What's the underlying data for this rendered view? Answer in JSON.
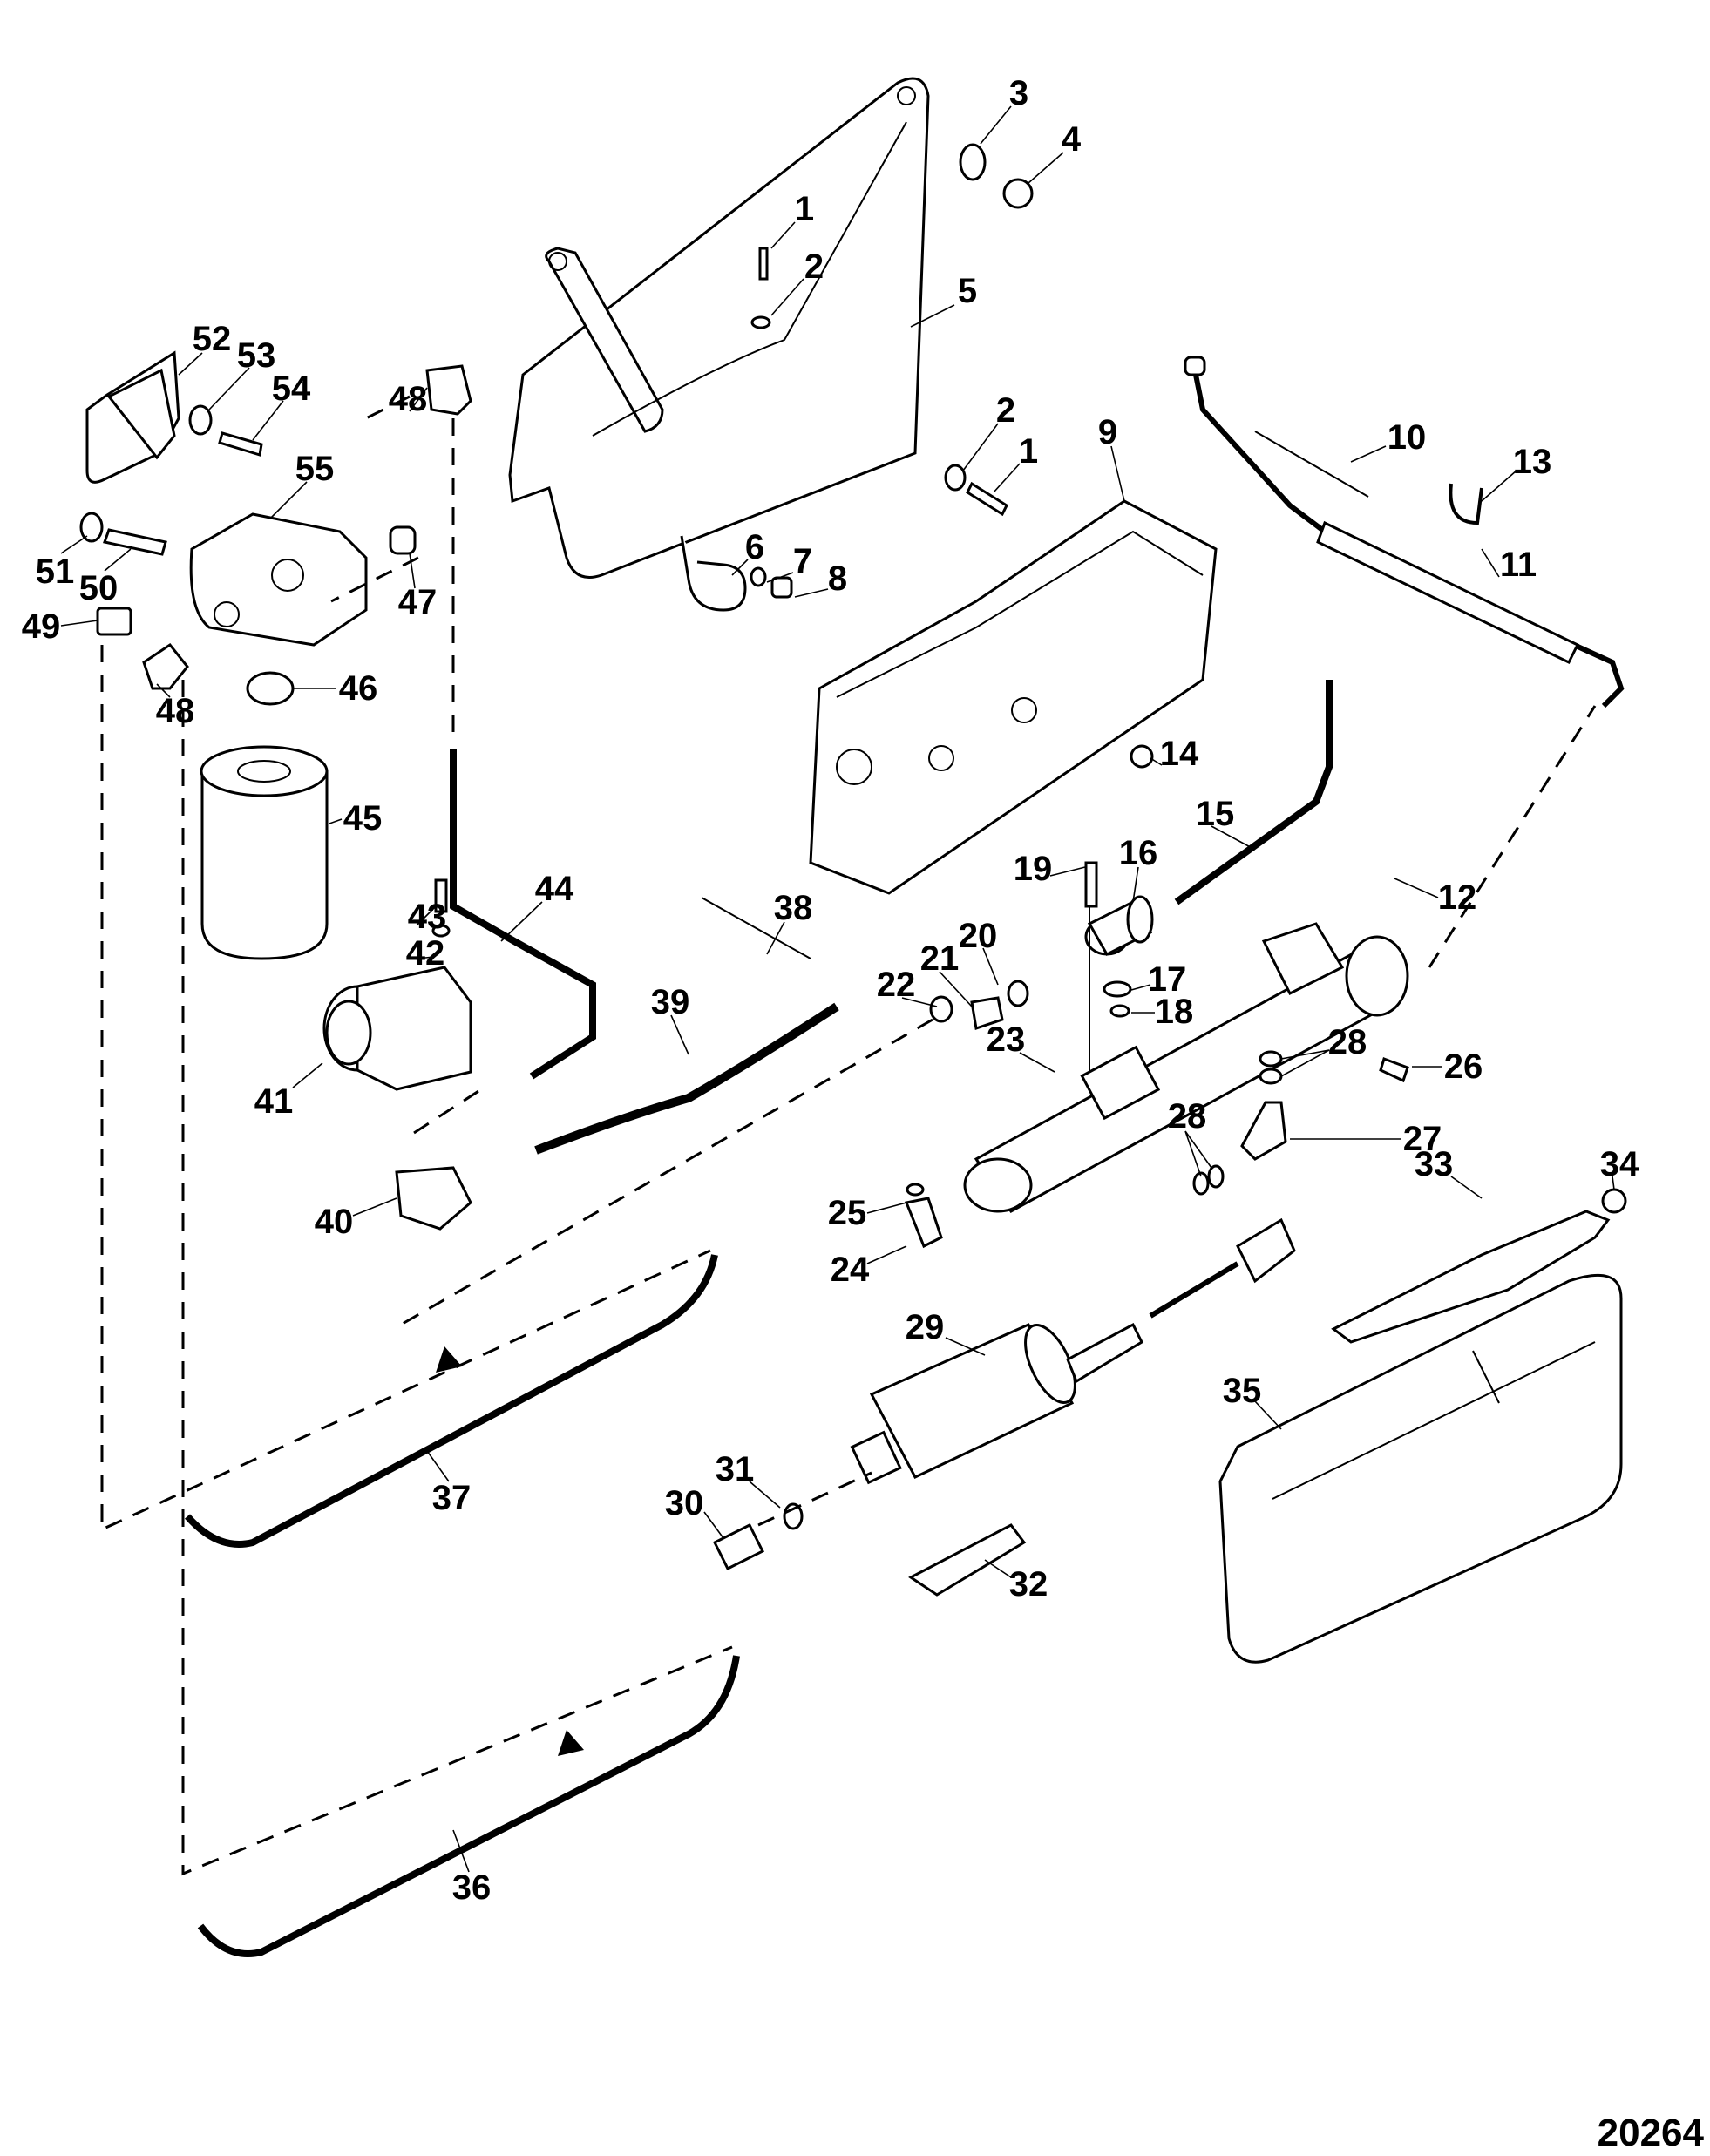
{
  "diagram": {
    "type": "exploded-parts-diagram",
    "figure_number": "20264",
    "callouts": [
      {
        "id": "c1a",
        "text": "1",
        "part": "bolt"
      },
      {
        "id": "c2a",
        "text": "2",
        "part": "washer"
      },
      {
        "id": "c3",
        "text": "3",
        "part": "washer"
      },
      {
        "id": "c4",
        "text": "4",
        "part": "nut"
      },
      {
        "id": "c5",
        "text": "5",
        "part": "mounting-bracket"
      },
      {
        "id": "c2b",
        "text": "2",
        "part": "washer"
      },
      {
        "id": "c1b",
        "text": "1",
        "part": "bolt"
      },
      {
        "id": "c6",
        "text": "6",
        "part": "p-clamp"
      },
      {
        "id": "c7",
        "text": "7",
        "part": "washer"
      },
      {
        "id": "c8",
        "text": "8",
        "part": "nut"
      },
      {
        "id": "c9",
        "text": "9",
        "part": "module-bracket"
      },
      {
        "id": "c10",
        "text": "10",
        "part": "cable-tie"
      },
      {
        "id": "c11",
        "text": "11",
        "part": "fuel-line"
      },
      {
        "id": "c12",
        "text": "12",
        "part": "o-rings"
      },
      {
        "id": "c13",
        "text": "13",
        "part": "clip"
      },
      {
        "id": "c14",
        "text": "14",
        "part": "screw"
      },
      {
        "id": "c15",
        "text": "15",
        "part": "hose"
      },
      {
        "id": "c16",
        "text": "16",
        "part": "pressure-regulator"
      },
      {
        "id": "c17",
        "text": "17",
        "part": "o-ring"
      },
      {
        "id": "c18",
        "text": "18",
        "part": "o-ring"
      },
      {
        "id": "c19",
        "text": "19",
        "part": "bolt"
      },
      {
        "id": "c20",
        "text": "20",
        "part": "washer"
      },
      {
        "id": "c21",
        "text": "21",
        "part": "fitting"
      },
      {
        "id": "c22",
        "text": "22",
        "part": "o-ring"
      },
      {
        "id": "c23",
        "text": "23",
        "part": "fuel-cooler"
      },
      {
        "id": "c24",
        "text": "24",
        "part": "fitting"
      },
      {
        "id": "c25",
        "text": "25",
        "part": "o-ring"
      },
      {
        "id": "c26",
        "text": "26",
        "part": "screw"
      },
      {
        "id": "c27",
        "text": "27",
        "part": "elbow-fitting"
      },
      {
        "id": "c28a",
        "text": "28",
        "part": "o-rings"
      },
      {
        "id": "c28b",
        "text": "28",
        "part": "o-rings"
      },
      {
        "id": "c29",
        "text": "29",
        "part": "fuel-pump"
      },
      {
        "id": "c30",
        "text": "30",
        "part": "fitting"
      },
      {
        "id": "c31",
        "text": "31",
        "part": "o-ring"
      },
      {
        "id": "c32",
        "text": "32",
        "part": "sealant-tube"
      },
      {
        "id": "c33",
        "text": "33",
        "part": "bracket"
      },
      {
        "id": "c34",
        "text": "34",
        "part": "nut"
      },
      {
        "id": "c35",
        "text": "35",
        "part": "fuel-module-cover"
      },
      {
        "id": "c36",
        "text": "36",
        "part": "fuel-line"
      },
      {
        "id": "c37",
        "text": "37",
        "part": "fuel-line"
      },
      {
        "id": "c38",
        "text": "38",
        "part": "cable-tie"
      },
      {
        "id": "c39",
        "text": "39",
        "part": "hose"
      },
      {
        "id": "c40",
        "text": "40",
        "part": "gasket"
      },
      {
        "id": "c41",
        "text": "41",
        "part": "mechanical-fuel-pump"
      },
      {
        "id": "c42",
        "text": "42",
        "part": "washer"
      },
      {
        "id": "c43",
        "text": "43",
        "part": "bolt"
      },
      {
        "id": "c44",
        "text": "44",
        "part": "fuel-line"
      },
      {
        "id": "c45",
        "text": "45",
        "part": "fuel-filter"
      },
      {
        "id": "c46",
        "text": "46",
        "part": "adapter"
      },
      {
        "id": "c47",
        "text": "47",
        "part": "plug"
      },
      {
        "id": "c48a",
        "text": "48",
        "part": "elbow-fitting"
      },
      {
        "id": "c48b",
        "text": "48",
        "part": "elbow-fitting"
      },
      {
        "id": "c49",
        "text": "49",
        "part": "plug"
      },
      {
        "id": "c50",
        "text": "50",
        "part": "bolt"
      },
      {
        "id": "c51",
        "text": "51",
        "part": "washer"
      },
      {
        "id": "c52",
        "text": "52",
        "part": "filter-bracket"
      },
      {
        "id": "c53",
        "text": "53",
        "part": "washer"
      },
      {
        "id": "c54",
        "text": "54",
        "part": "bolt"
      },
      {
        "id": "c55",
        "text": "55",
        "part": "filter-base"
      }
    ]
  }
}
